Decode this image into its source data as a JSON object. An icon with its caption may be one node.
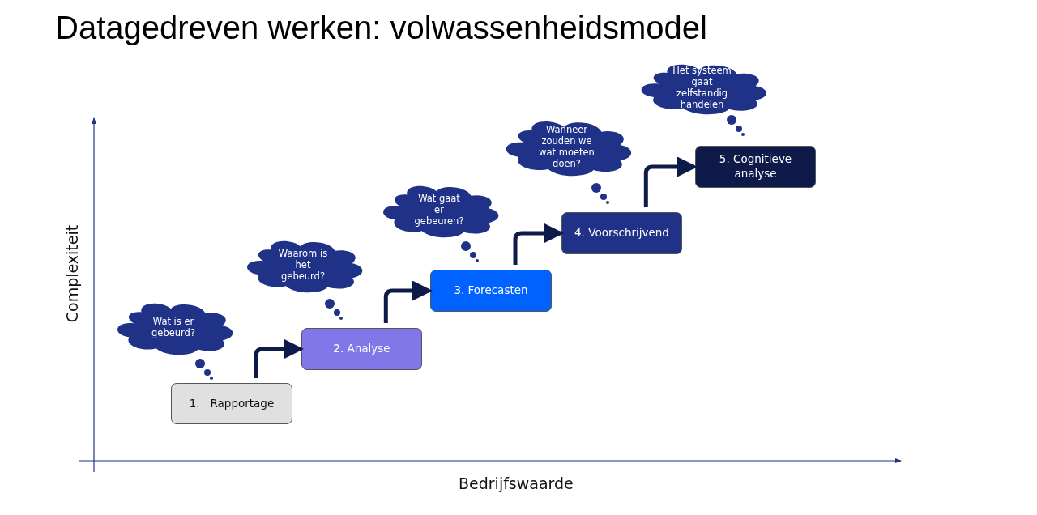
{
  "diagram": {
    "title": "Datagedreven werken: volwassenheidsmodel",
    "nodes": [
      {
        "text": [
          "1.   Rapportage"
        ]
      },
      {
        "text": [
          "Wat is er gebeurd?"
        ]
      },
      {
        "text": [
          "2. Analyse"
        ]
      },
      {
        "text": [
          "Waarom is het gebeurd?"
        ]
      },
      {
        "text": [
          "3. Forecasten"
        ]
      },
      {
        "text": [
          "Wat gaat er gebeuren?"
        ]
      },
      {
        "text": [
          "4. Voorschrijvend"
        ]
      },
      {
        "text": [
          "Wanneer zouden we wat moeten doen?"
        ]
      },
      {
        "text": [
          "5. Cognitieve analyse"
        ]
      },
      {
        "text": [
          "Het systeem gaat zelfstandig handelen"
        ]
      }
    ],
    "edges": [
      {
        "from": 0,
        "to": 2,
        "arrow": "to"
      },
      {
        "from": 2,
        "to": 4,
        "arrow": "to"
      },
      {
        "from": 4,
        "to": 6,
        "arrow": "to"
      },
      {
        "from": 6,
        "to": 8,
        "arrow": "to"
      }
    ],
    "labels": [
      "Complexiteit",
      "Bedrijfswaarde"
    ]
  }
}
